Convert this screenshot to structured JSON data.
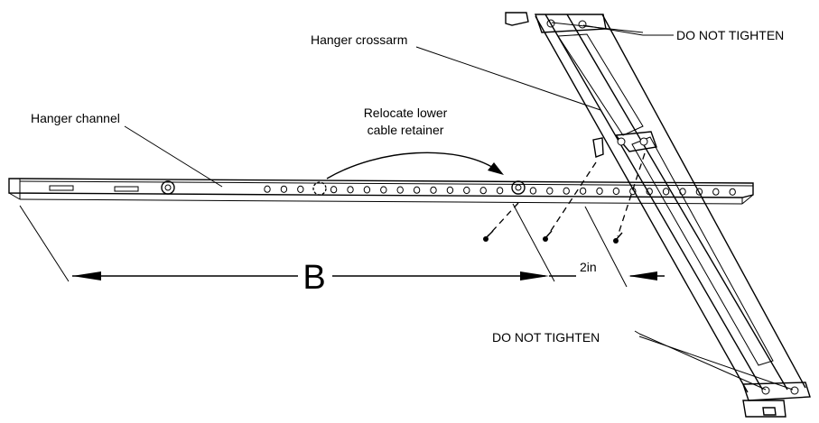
{
  "labels": {
    "hanger_crossarm": "Hanger crossarm",
    "do_not_tighten_top": "DO NOT TIGHTEN",
    "hanger_channel": "Hanger channel",
    "relocate_line1": "Relocate lower",
    "relocate_line2": "cable retainer",
    "dimension_b": "B",
    "dimension_2in": "2in",
    "do_not_tighten_bottom": "DO NOT TIGHTEN"
  },
  "colors": {
    "line": "#000000",
    "background": "#ffffff"
  }
}
